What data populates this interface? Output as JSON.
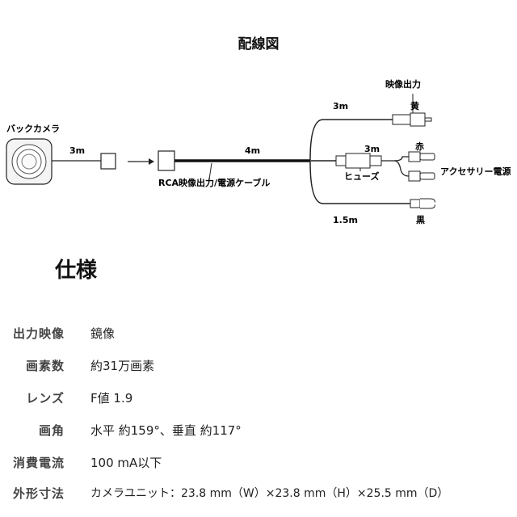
{
  "diagram": {
    "title": "配線図",
    "labels": {
      "back_camera": "バックカメラ",
      "cable_camera_len": "3m",
      "main_cable_len": "4m",
      "main_cable_name": "RCA映像出力/電源ケーブル",
      "video_branch_len": "3m",
      "video_output": "映像出力",
      "yellow": "黄",
      "fuse_branch_len": "3m",
      "fuse": "ヒューズ",
      "red": "赤",
      "accessory_power": "アクセサリー電源",
      "ground_len": "1.5m",
      "black": "黒"
    }
  },
  "specs": {
    "title": "仕様",
    "rows": [
      {
        "label": "出力映像",
        "value": "鏡像"
      },
      {
        "label": "画素数",
        "value": "約31万画素"
      },
      {
        "label": "レンズ",
        "value": "F値 1.9"
      },
      {
        "label": "画角",
        "value": "水平 約159°、垂直 約117°"
      },
      {
        "label": "消費電流",
        "value": "100 mA以下"
      },
      {
        "label": "外形寸法",
        "value": "カメラユニット：23.8 mm（W）×23.8 mm（H）×25.5 mm（D）"
      }
    ]
  },
  "colors": {
    "line": "#222222",
    "cable": "#111111",
    "label": "#444444"
  }
}
